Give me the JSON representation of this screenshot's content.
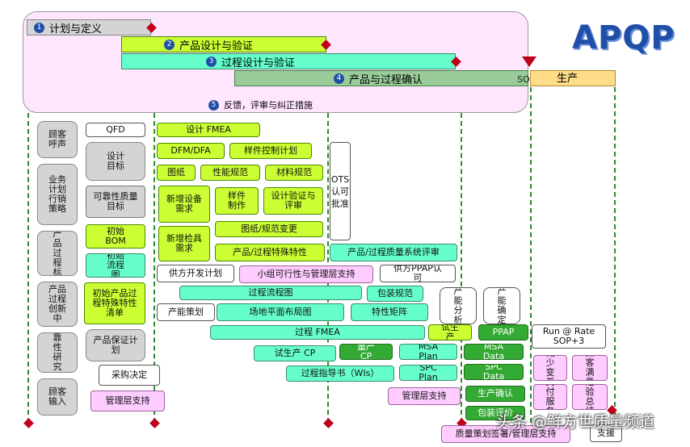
{
  "logo": "APQP",
  "phases": [
    {
      "num": "1",
      "label": "计划与定义"
    },
    {
      "num": "2",
      "label": "产品设计与验证"
    },
    {
      "num": "3",
      "label": "过程设计与验证"
    },
    {
      "num": "4",
      "label": "产品与过程确认"
    },
    {
      "num": "5",
      "label": "反馈，评审与纠正措施"
    }
  ],
  "sop": "SOP",
  "production": "生产",
  "col1": [
    "顾客呼声",
    "业务计划行销策略",
    "产品过程标",
    "产品过程创新中",
    "靠性研究",
    "顾客输入"
  ],
  "col2": [
    "QFD",
    "设计目标",
    "可靠性质量目标",
    "初始BOM",
    "初始流程图",
    "初始产品过程特殊特性清单",
    "产品保证计划",
    "采购决定",
    "管理层支持"
  ],
  "col3": {
    "design_fmea": "设计 FMEA",
    "dfm": "DFM/DFA",
    "sample_plan": "样件控制计划",
    "drawing": "图纸",
    "perf": "性能规范",
    "material": "材料规范",
    "new_equip": "新增设备需求",
    "sample_make": "样件制作",
    "design_verify": "设计验证与评审",
    "drawing_change": "图纸/规范变更",
    "new_gauge": "新增检具需求",
    "special_char": "产品/过程特殊特性",
    "supplier_dev": "供方开发计划",
    "feasibility": "小组可行性与管理层支持",
    "process_flow": "过程流程图",
    "pack_spec": "包装规范",
    "product_plan": "产能策划",
    "layout": "场地平面布局图",
    "char_matrix": "特性矩阵",
    "pfmea": "过程 FMEA",
    "trial_cp": "试生产 CP",
    "work_instr": "过程指导书（WIs）"
  },
  "ots": "OTS认可批准",
  "col4": {
    "qsa": "产品/过程质量系统评审",
    "ppap_sup": "供方PPAP认可",
    "capacity_an": "产能分析",
    "trial_prod": "试生产",
    "mass_cp": "量产CP",
    "msa_plan": "MSA Plan",
    "spc_plan": "SPC Plan",
    "mgmt": "管理层支持"
  },
  "col5": {
    "capacity_conf": "产能确定",
    "ppap": "PPAP",
    "msa_data": "MSA Data",
    "spc_data": "SPC Data",
    "prod_conf": "生产确认",
    "pack_eval": "包装评价",
    "quality_plan": "质量策划签署/管理层支持"
  },
  "col6": {
    "runrate": "Run @ Rate SOP+3",
    "reduce": "减少变差",
    "satisfy": "顾客满意",
    "delivery": "交付服务",
    "lessons": "经验总结",
    "support": "支援"
  },
  "watermark": "头条 @鲜方世质量频道"
}
